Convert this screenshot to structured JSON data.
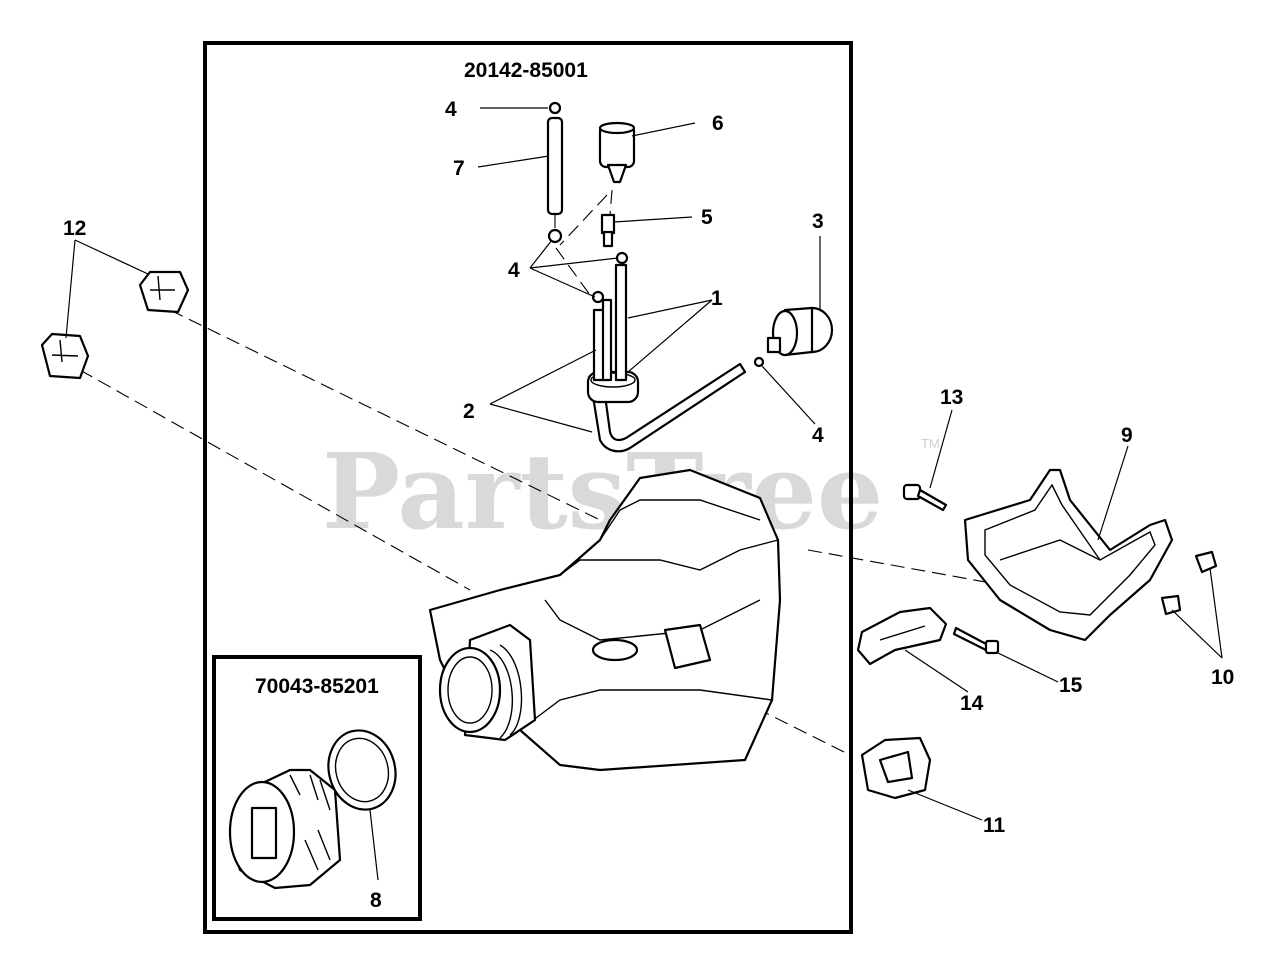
{
  "watermark": {
    "text": "PartsTree",
    "trademark": "TM"
  },
  "kits": {
    "main": "20142-85001",
    "cap": "70043-85201"
  },
  "callouts": [
    {
      "id": "c4a",
      "text": "4"
    },
    {
      "id": "c6",
      "text": "6"
    },
    {
      "id": "c7",
      "text": "7"
    },
    {
      "id": "c5",
      "text": "5"
    },
    {
      "id": "c3",
      "text": "3"
    },
    {
      "id": "c4b",
      "text": "4"
    },
    {
      "id": "c1",
      "text": "1"
    },
    {
      "id": "c2",
      "text": "2"
    },
    {
      "id": "c4c",
      "text": "4"
    },
    {
      "id": "c12",
      "text": "12"
    },
    {
      "id": "c13",
      "text": "13"
    },
    {
      "id": "c9",
      "text": "9"
    },
    {
      "id": "c10",
      "text": "10"
    },
    {
      "id": "c14",
      "text": "14"
    },
    {
      "id": "c15",
      "text": "15"
    },
    {
      "id": "c11",
      "text": "11"
    },
    {
      "id": "c8",
      "text": "8"
    }
  ]
}
